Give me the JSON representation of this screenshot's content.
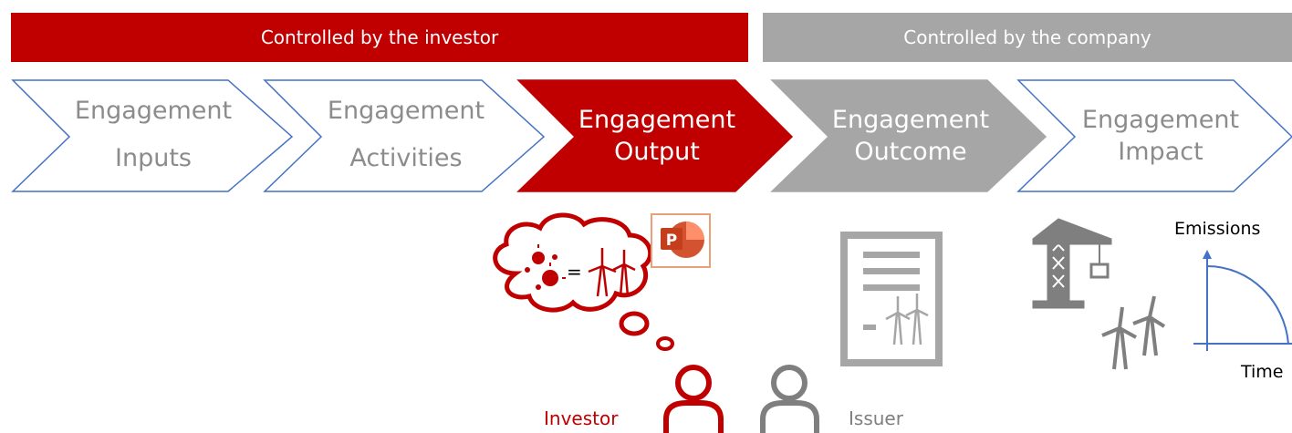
{
  "banners": {
    "investor": "Controlled by the investor",
    "company": "Controlled by the company"
  },
  "steps": [
    {
      "line1": "Engagement",
      "line2": "Inputs"
    },
    {
      "line1": "Engagement",
      "line2": "Activities"
    },
    {
      "line1": "Engagement",
      "line2": "Output"
    },
    {
      "line1": "Engagement",
      "line2": "Outcome"
    },
    {
      "line1": "Engagement",
      "line2": "Impact"
    }
  ],
  "people": {
    "investor": "Investor",
    "issuer": "Issuer"
  },
  "chart": {
    "y_label": "Emissions",
    "x_label": "Time"
  },
  "thought": {
    "equals": "="
  },
  "app_icon": {
    "letter": "P",
    "name": "powerpoint-icon"
  },
  "colors": {
    "investor_red": "#c00000",
    "company_gray": "#a6a6a6",
    "outline_blue": "#4472c4",
    "text_gray": "#7f7f7f"
  }
}
